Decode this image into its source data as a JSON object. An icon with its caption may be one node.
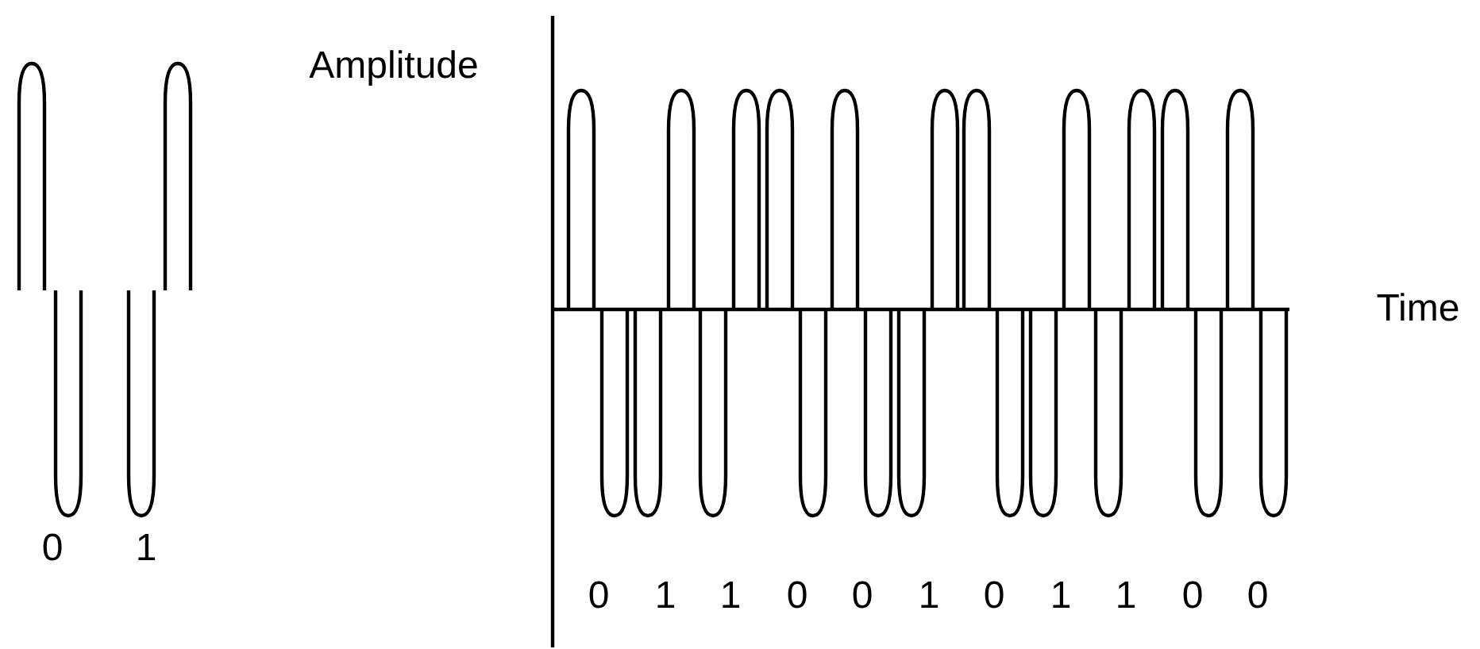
{
  "diagram": {
    "labels": [
      "Amplitude",
      "Time",
      "0",
      "1",
      "0",
      "1",
      "1",
      "0",
      "0",
      "1",
      "0",
      "1",
      "1",
      "0",
      "0"
    ]
  }
}
